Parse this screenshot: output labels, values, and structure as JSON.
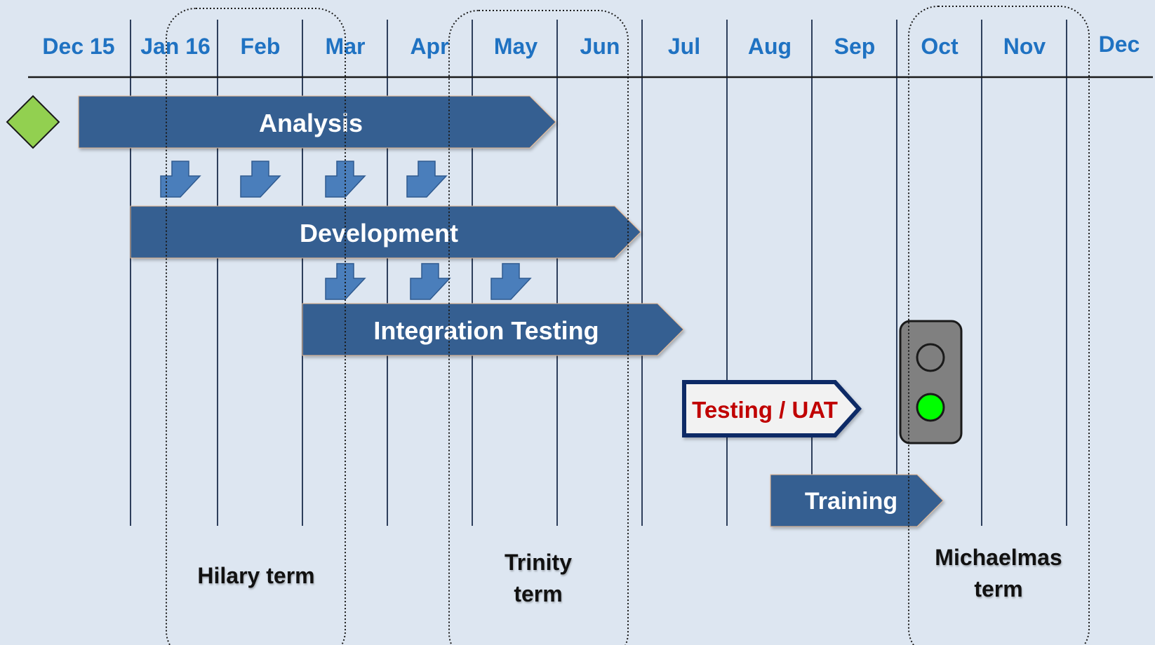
{
  "months": [
    "Dec 15",
    "Jan 16",
    "Feb",
    "Mar",
    "Apr",
    "May",
    "Jun",
    "Jul",
    "Aug",
    "Sep",
    "Oct",
    "Nov",
    "Dec"
  ],
  "phases": [
    {
      "name": "Analysis",
      "style": "filled"
    },
    {
      "name": "Development",
      "style": "filled"
    },
    {
      "name": "Integration Testing",
      "style": "filled"
    },
    {
      "name": "Testing / UAT",
      "style": "outlined"
    },
    {
      "name": "Training",
      "style": "filled"
    }
  ],
  "terms": [
    {
      "lines": [
        "Hilary term"
      ]
    },
    {
      "lines": [
        "Trinity",
        "term"
      ]
    },
    {
      "lines": [
        "Michaelmas",
        "term"
      ]
    }
  ],
  "milestone": {
    "shape": "diamond",
    "color": "#92d050"
  },
  "status_light": {
    "lit": "green",
    "colors": {
      "off": "#7f7f7f",
      "on": "#00ff00",
      "housing": "#808080"
    }
  },
  "colors": {
    "background": "#dde6f1",
    "bar": "#355f91",
    "arrow": "#4a7ebb",
    "month_text": "#1f72c2",
    "uat_text": "#c00000",
    "uat_border": "#0d2a66",
    "uat_fill": "#f2f2f2",
    "gridline": "#2e3f5c"
  }
}
